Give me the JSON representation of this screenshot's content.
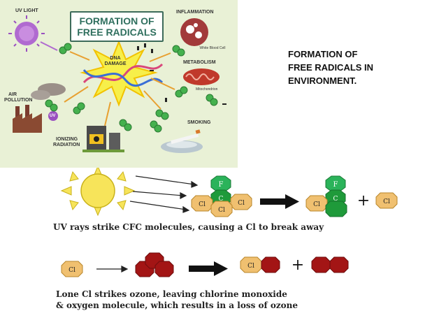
{
  "infographic": {
    "title_line1": "FORMATION OF",
    "title_line2": "FREE RADICALS",
    "uv_light": "UV LIGHT",
    "inflammation": "INFLAMMATION",
    "white_blood_cell": "White Blood Cell",
    "dna_damage_1": "DNA",
    "dna_damage_2": "DAMAGE",
    "metabolism": "METABOLISM",
    "mitochondrion": "Mitochondrion",
    "air_pollution_1": "AIR",
    "air_pollution_2": "POLLUTION",
    "uv_badge": "UV",
    "smoking": "SMOKING",
    "ionizing_1": "IONIZING",
    "ionizing_2": "RADIATION"
  },
  "slide_title": {
    "line1": "FORMATION OF",
    "line2": "FREE RADICALS IN",
    "line3": "ENVIRONMENT."
  },
  "ozone_diagram": {
    "atom_f": "F",
    "atom_c": "C",
    "atom_cl": "Cl",
    "plus": "+",
    "caption1": "UV rays strike CFC molecules, causing a Cl to break away",
    "caption2_line1": "Lone Cl strikes ozone, leaving chlorine monoxide",
    "caption2_line2": "& oxygen molecule, which results in a loss of ozone"
  },
  "colors": {
    "infographic_bg": "#e9f1d6",
    "title_text": "#2f6f5e",
    "fluorine": "#2bb35a",
    "carbon": "#1f9a3a",
    "chlorine": "#f0c070",
    "oxygen": "#a31515",
    "sun": "#f7e45a"
  }
}
